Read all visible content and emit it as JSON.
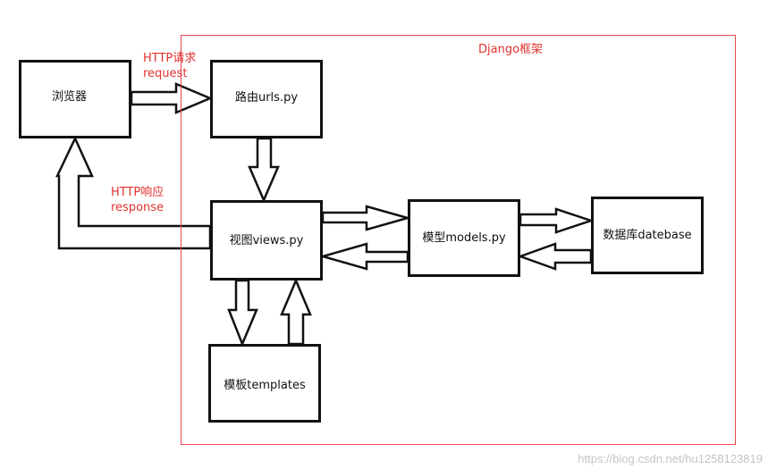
{
  "frame": {
    "label": "Django框架",
    "color": "#e8474c"
  },
  "nodes": {
    "browser": "浏览器",
    "urls": "路由urls.py",
    "views": "视图views.py",
    "models": "模型models.py",
    "database": "数据库datebase",
    "templates": "模板templates"
  },
  "notes": {
    "request_line1": "HTTP请求",
    "request_line2": "request",
    "response_line1": "HTTP响应",
    "response_line2": "response"
  },
  "edges": [
    {
      "from": "browser",
      "to": "urls",
      "label": "HTTP请求 request"
    },
    {
      "from": "urls",
      "to": "views"
    },
    {
      "from": "views",
      "to": "browser",
      "label": "HTTP响应 response"
    },
    {
      "from": "views",
      "to": "models"
    },
    {
      "from": "models",
      "to": "views"
    },
    {
      "from": "models",
      "to": "database"
    },
    {
      "from": "database",
      "to": "models"
    },
    {
      "from": "views",
      "to": "templates"
    },
    {
      "from": "templates",
      "to": "views"
    }
  ],
  "watermark": "https://blog.csdn.net/hu1258123819"
}
